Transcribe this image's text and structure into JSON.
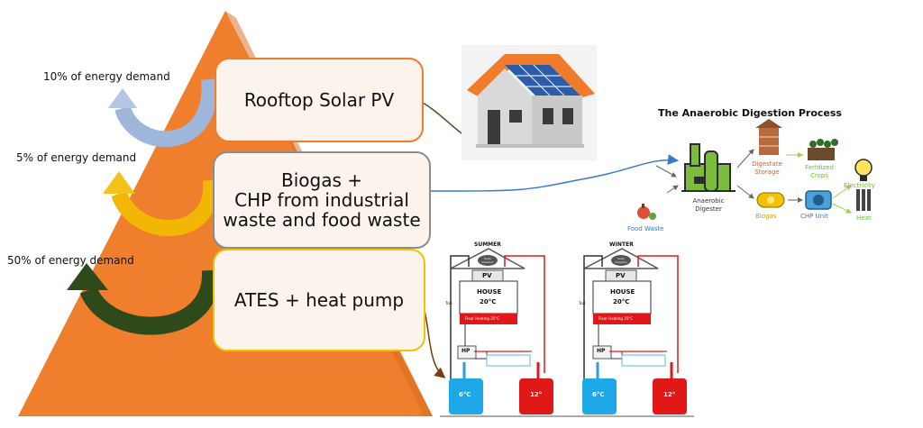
{
  "pyramid": {
    "tier1": {
      "label": "Rooftop Solar PV",
      "share": "10% of energy demand"
    },
    "tier2": {
      "line1": "Biogas +",
      "line2": "CHP from industrial",
      "line3": "waste and food waste",
      "share": "5% of energy demand"
    },
    "tier3": {
      "label": "ATES + heat pump",
      "share": "50% of energy demand"
    }
  },
  "digestion": {
    "title": "The Anaerobic Digestion Process",
    "food_waste": "Food Waste",
    "digester": "Anaerobic Digester",
    "digestate": "Digestate Storage",
    "fertilized": "Fertilized Crops",
    "biogas": "Biogas",
    "chp": "CHP Unit",
    "electricity": "Electricity",
    "heat": "Heat"
  },
  "ates": {
    "summer": {
      "title": "SUMMER",
      "solar": "Solar Collector",
      "pv": "PV",
      "house": "HOUSE",
      "temp": "20°C",
      "floor": "Floor Heating 35°C",
      "hp": "HP",
      "cold": "6°C",
      "warm": "12°",
      "side": "Tcol"
    },
    "winter": {
      "title": "WINTER",
      "solar": "Solar Collector",
      "pv": "PV",
      "house": "HOUSE",
      "temp": "20°C",
      "floor": "Floor Heating 35°C",
      "hp": "HP",
      "cold": "6°C",
      "warm": "12°",
      "side": "Tcol"
    }
  },
  "colors": {
    "pyramid": "#ef7f2c",
    "box_border_orange": "#f07b2a",
    "box_border_gray": "#8c8c8c",
    "box_border_yellow": "#f2c200",
    "arrow_blue": "#9fb6db",
    "arrow_gold": "#f2b705",
    "arrow_green": "#2e4a1a"
  }
}
